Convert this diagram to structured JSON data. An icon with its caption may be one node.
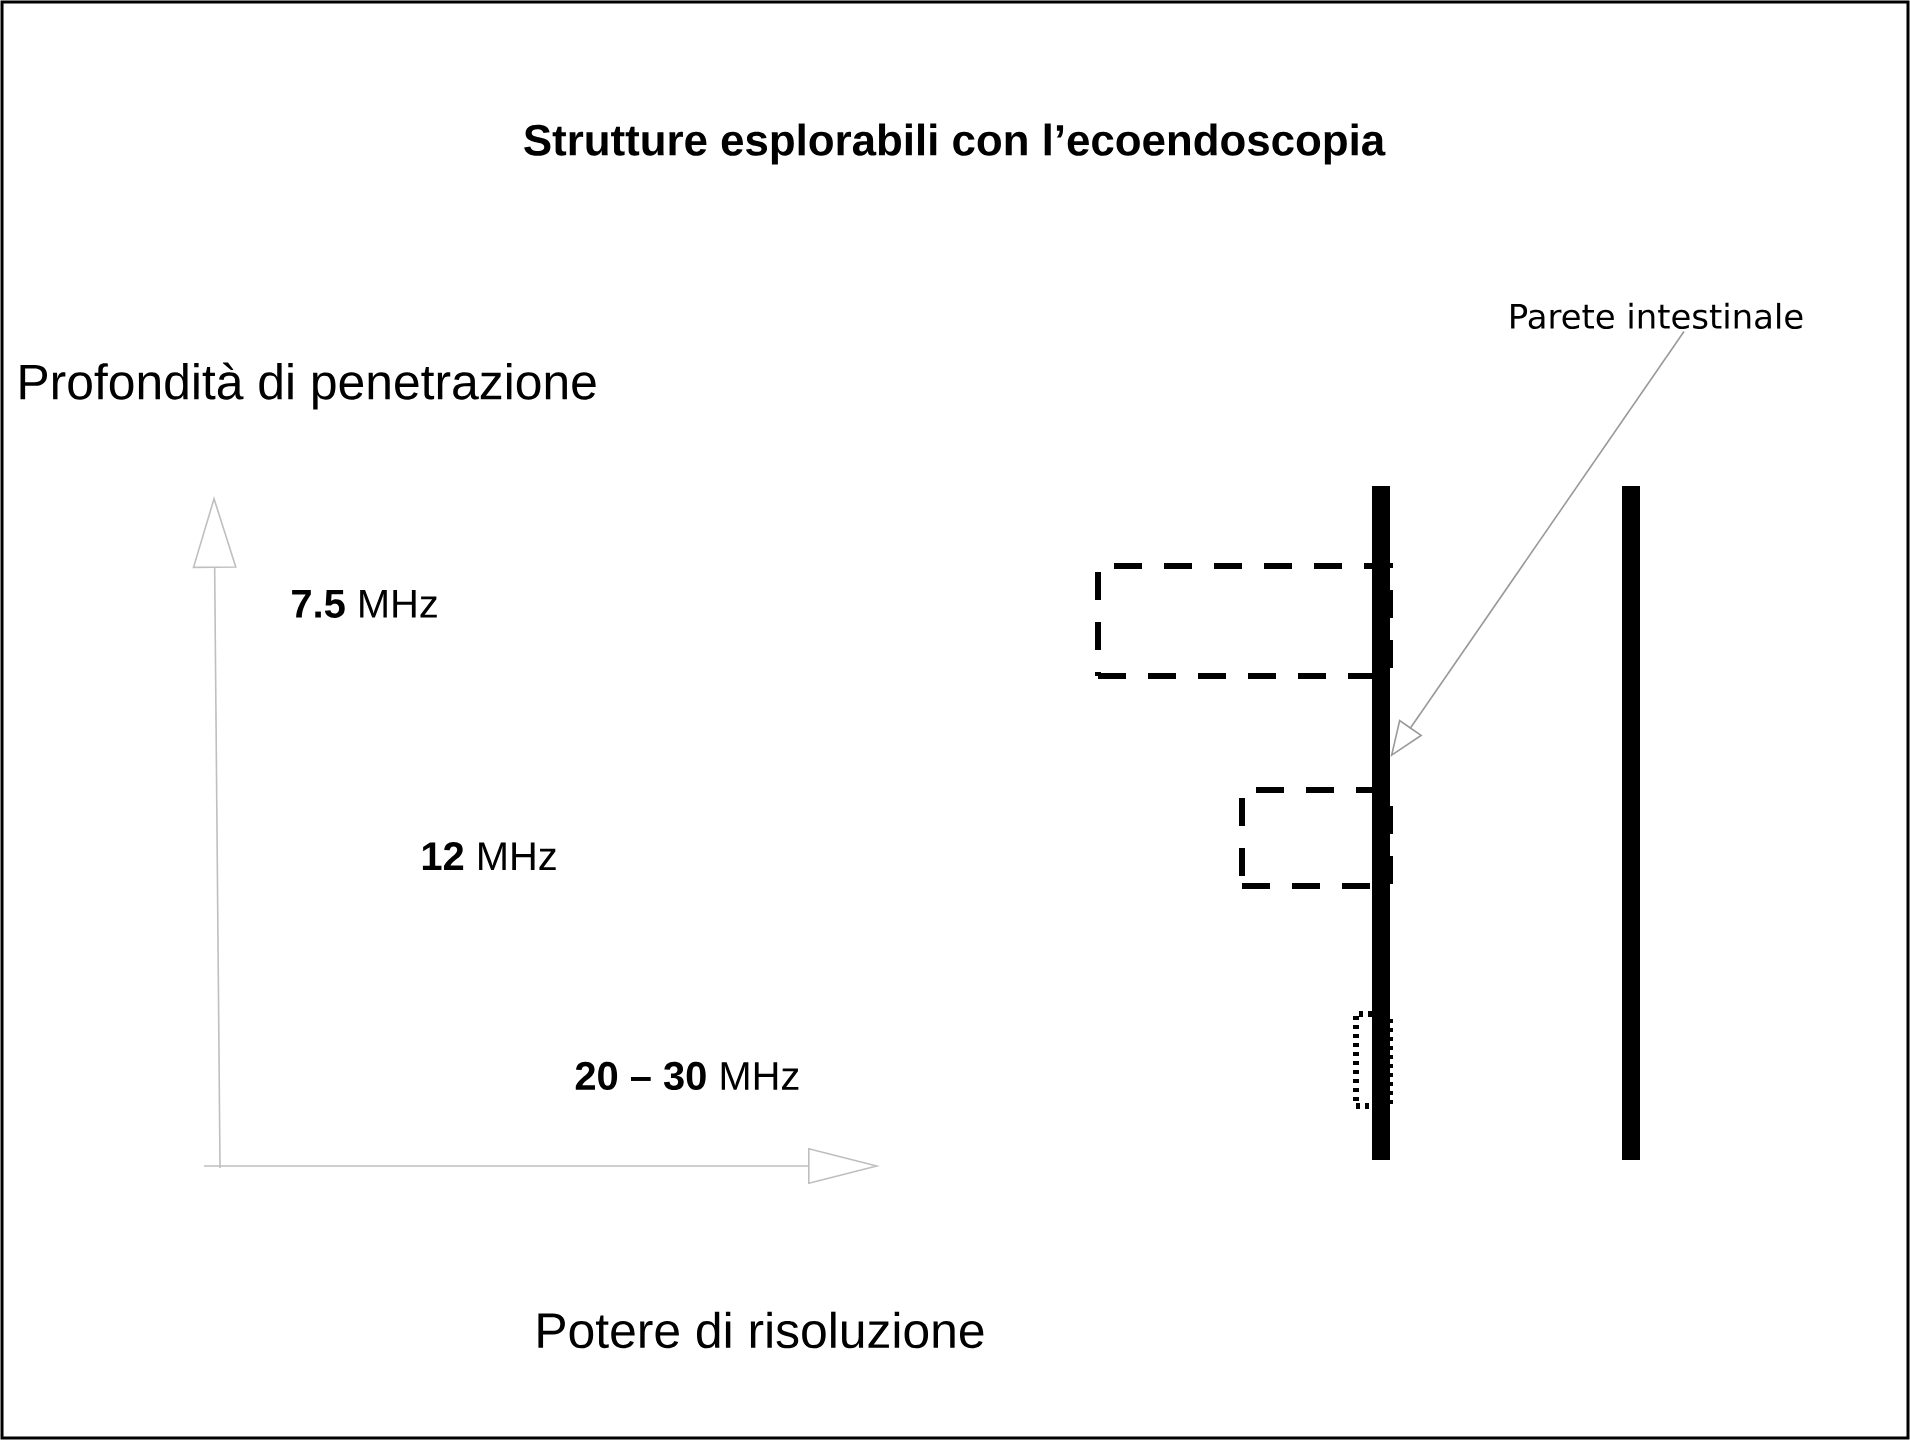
{
  "diagram": {
    "title": "Strutture esplorabili con l’ecoendoscopia",
    "nodes": [
      {
        "text": [
          "Parete intestinale"
        ]
      },
      {
        "text": [],
        "shape": "bar"
      },
      {
        "text": [],
        "shape": "bar"
      },
      {
        "text": [],
        "shape": "box"
      },
      {
        "text": [],
        "shape": "box"
      },
      {
        "text": [],
        "shape": "box"
      }
    ],
    "edges": [
      {
        "from": 0,
        "to": 1,
        "arrow": "to"
      }
    ],
    "labels": [
      "Profondità di penetrazione",
      "**7.5** MHz",
      "**12** MHz",
      "**20 – 30** MHz",
      "Potere di risoluzione"
    ]
  }
}
